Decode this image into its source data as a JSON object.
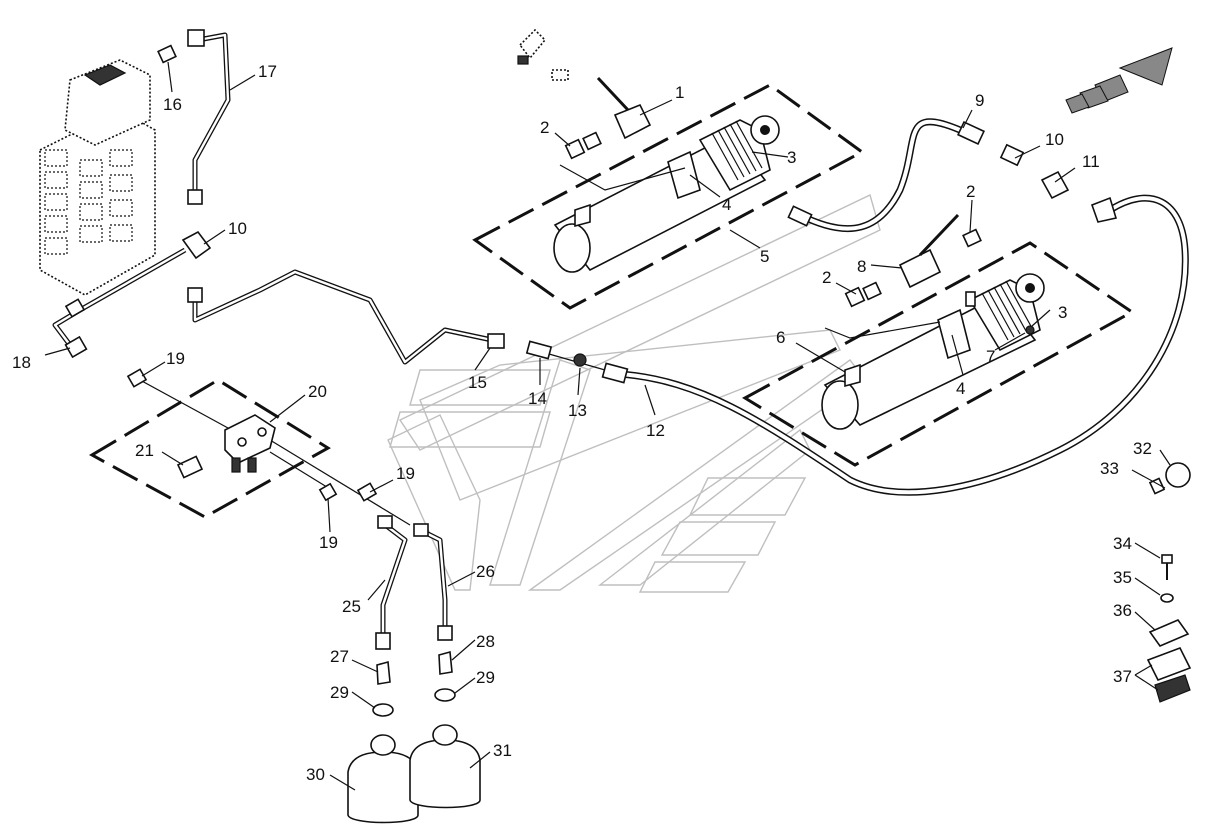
{
  "callouts": [
    {
      "id": "c1",
      "text": "1"
    },
    {
      "id": "c2a",
      "text": "2"
    },
    {
      "id": "c3a",
      "text": "3"
    },
    {
      "id": "c4a",
      "text": "4"
    },
    {
      "id": "c5",
      "text": "5"
    },
    {
      "id": "c2b",
      "text": "2"
    },
    {
      "id": "c2c",
      "text": "2"
    },
    {
      "id": "c8",
      "text": "8"
    },
    {
      "id": "c3b",
      "text": "3"
    },
    {
      "id": "c4b",
      "text": "4"
    },
    {
      "id": "c6",
      "text": "6"
    },
    {
      "id": "c7",
      "text": "7"
    },
    {
      "id": "c9",
      "text": "9"
    },
    {
      "id": "c10a",
      "text": "10"
    },
    {
      "id": "c11",
      "text": "11"
    },
    {
      "id": "c10b",
      "text": "10"
    },
    {
      "id": "c12",
      "text": "12"
    },
    {
      "id": "c13",
      "text": "13"
    },
    {
      "id": "c14",
      "text": "14"
    },
    {
      "id": "c15",
      "text": "15"
    },
    {
      "id": "c16",
      "text": "16"
    },
    {
      "id": "c17",
      "text": "17"
    },
    {
      "id": "c18",
      "text": "18"
    },
    {
      "id": "c19a",
      "text": "19"
    },
    {
      "id": "c19b",
      "text": "19"
    },
    {
      "id": "c19c",
      "text": "19"
    },
    {
      "id": "c20",
      "text": "20"
    },
    {
      "id": "c21",
      "text": "21"
    },
    {
      "id": "c25",
      "text": "25"
    },
    {
      "id": "c26",
      "text": "26"
    },
    {
      "id": "c27",
      "text": "27"
    },
    {
      "id": "c28",
      "text": "28"
    },
    {
      "id": "c29a",
      "text": "29"
    },
    {
      "id": "c29b",
      "text": "29"
    },
    {
      "id": "c30",
      "text": "30"
    },
    {
      "id": "c31",
      "text": "31"
    },
    {
      "id": "c32",
      "text": "32"
    },
    {
      "id": "c33",
      "text": "33"
    },
    {
      "id": "c34",
      "text": "34"
    },
    {
      "id": "c35",
      "text": "35"
    },
    {
      "id": "c36",
      "text": "36"
    },
    {
      "id": "c37",
      "text": "37"
    }
  ]
}
